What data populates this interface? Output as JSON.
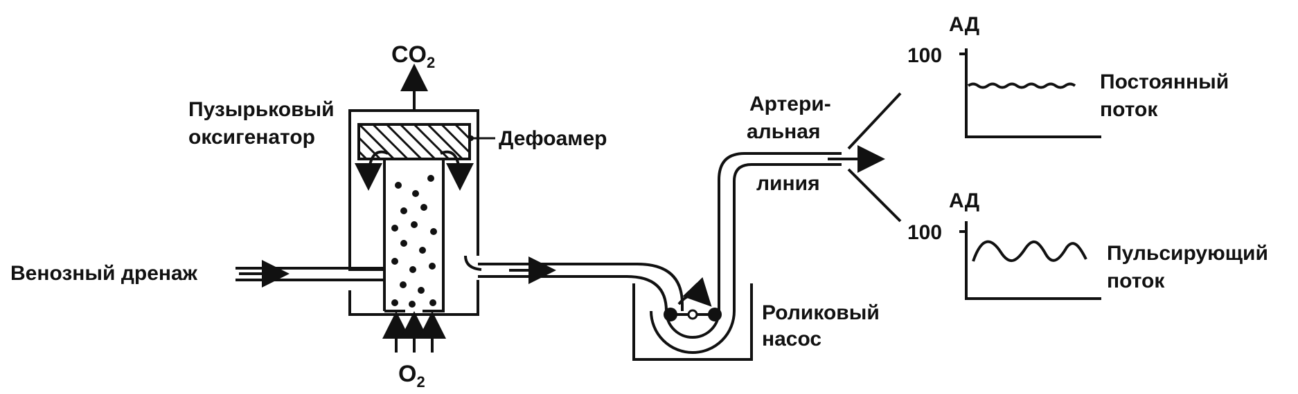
{
  "labels": {
    "co2": "CO",
    "co2_sub": "2",
    "o2": "O",
    "o2_sub": "2",
    "oxygenator_line1": "Пузырьковый",
    "oxygenator_line2": "оксигенатор",
    "defoamer": "Дефоамер",
    "venous_drainage": "Венозный дренаж",
    "arterial_line1": "Артери-",
    "arterial_line2": "альная",
    "arterial_line3": "линия",
    "roller_pump_line1": "Роликовый",
    "roller_pump_line2": "насос"
  },
  "graphs": [
    {
      "ylabel": "АД",
      "tick_label": "100",
      "series_label_line1": "Постоянный",
      "series_label_line2": "поток",
      "waveform": "constant"
    },
    {
      "ylabel": "АД",
      "tick_label": "100",
      "series_label_line1": "Пульсирующий",
      "series_label_line2": "поток",
      "waveform": "pulsatile"
    }
  ],
  "colors": {
    "ink": "#111111",
    "background": "#ffffff"
  }
}
